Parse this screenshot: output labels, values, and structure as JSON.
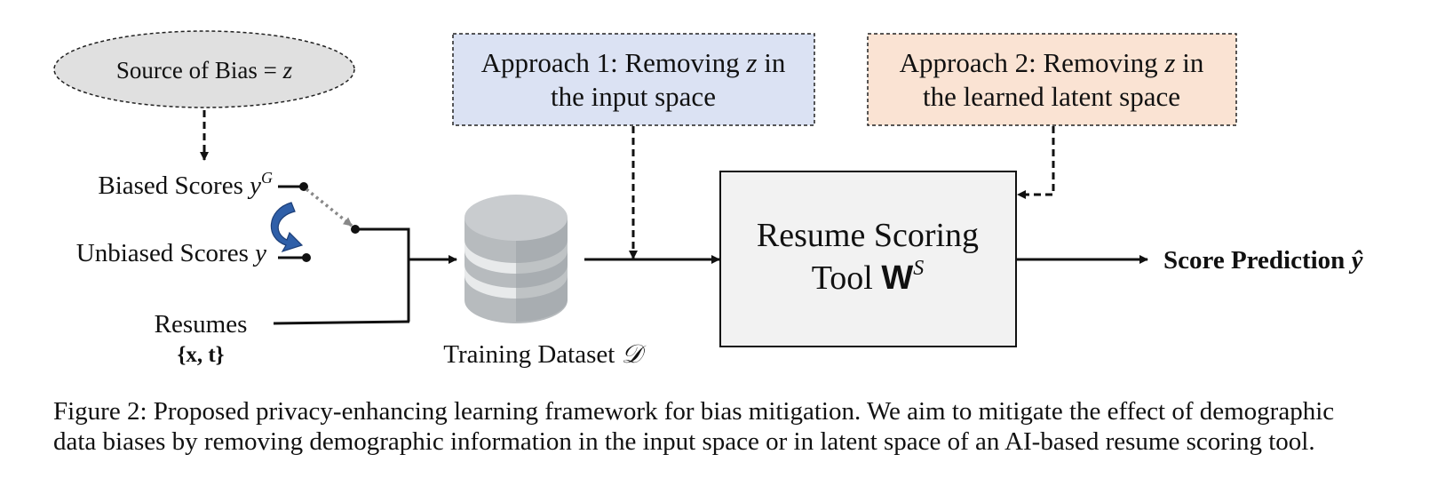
{
  "source": {
    "prefix": "Source of Bias = ",
    "var": "z",
    "fill": "#e0e0e0"
  },
  "scores": {
    "biased_prefix": "Biased Scores ",
    "biased_var": "y",
    "biased_sup": "G",
    "unbiased_prefix": "Unbiased Scores ",
    "unbiased_var": "y"
  },
  "resumes": {
    "label": "Resumes",
    "set_open": "{",
    "set_vars": "x, t",
    "set_close": "}"
  },
  "dataset": {
    "prefix": "Training Dataset ",
    "symbol": "𝒟"
  },
  "approach1": {
    "line1_prefix": "Approach 1: Removing ",
    "var": "z",
    "line1_suffix": " in",
    "line2": "the input space",
    "fill": "#dbe2f3"
  },
  "approach2": {
    "line1_prefix": "Approach 2: Removing ",
    "var": "z",
    "line1_suffix": " in",
    "line2": "the learned latent space",
    "fill": "#fae3d3"
  },
  "tool": {
    "line1": "Resume Scoring",
    "line2_prefix": "Tool ",
    "bold_var": "W",
    "sup": "S",
    "fill": "#f2f2f2"
  },
  "prediction": {
    "prefix": "Score Prediction ",
    "var": "ŷ"
  },
  "caption": {
    "line1": "Figure 2: Proposed privacy-enhancing learning framework for bias mitigation. We aim to mitigate the effect of demographic",
    "line2": "data biases by removing demographic information in the input space or in latent space of an AI-based resume scoring tool."
  },
  "colors": {
    "swap_arrow": "#2f5fa8",
    "dotted_link": "#888888",
    "database": "#b7bbbe"
  }
}
